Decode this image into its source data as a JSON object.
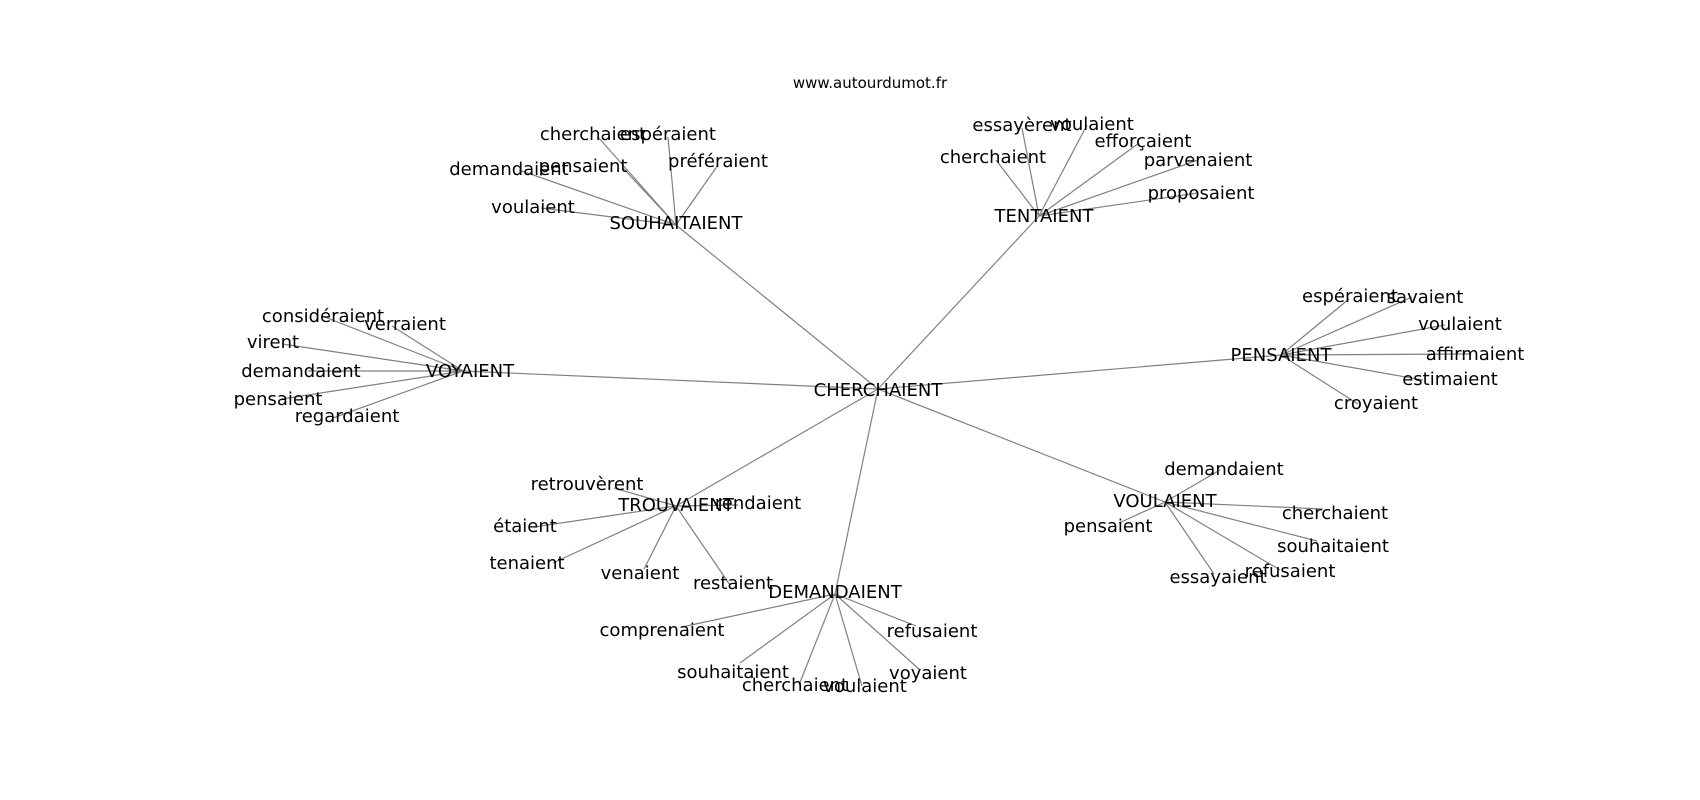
{
  "site": "www.autourdumot.fr",
  "center": "CHERCHAIENT",
  "clusters": [
    {
      "hub": "SOUHAITAIENT",
      "leaves": [
        "cherchaient",
        "espéraient",
        "préféraient",
        "pensaient",
        "demandaient",
        "voulaient"
      ]
    },
    {
      "hub": "TENTAIENT",
      "leaves": [
        "essayèrent",
        "voulaient",
        "efforçaient",
        "cherchaient",
        "parvenaient",
        "proposaient"
      ]
    },
    {
      "hub": "VOYAIENT",
      "leaves": [
        "considéraient",
        "verraient",
        "virent",
        "demandaient",
        "pensaient",
        "regardaient"
      ]
    },
    {
      "hub": "PENSAIENT",
      "leaves": [
        "espéraient",
        "savaient",
        "voulaient",
        "affirmaient",
        "estimaient",
        "croyaient"
      ]
    },
    {
      "hub": "TROUVAIENT",
      "leaves": [
        "retrouvèrent",
        "rendaient",
        "étaient",
        "tenaient",
        "venaient",
        "restaient"
      ]
    },
    {
      "hub": "VOULAIENT",
      "leaves": [
        "demandaient",
        "cherchaient",
        "pensaient",
        "souhaitaient",
        "refusaient",
        "essayaient"
      ]
    },
    {
      "hub": "DEMANDAIENT",
      "leaves": [
        "comprenaient",
        "refusaient",
        "souhaitaient",
        "cherchaient",
        "voulaient",
        "voyaient"
      ]
    }
  ]
}
